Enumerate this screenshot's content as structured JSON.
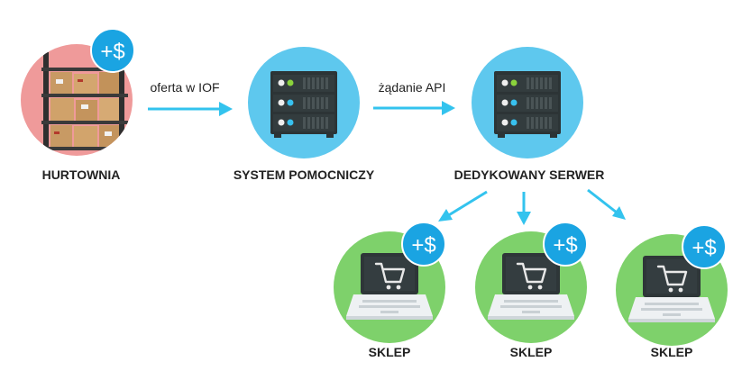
{
  "colors": {
    "warehouse_circle": "#ef9a9a",
    "server_circle": "#5ec8ee",
    "shop_circle": "#7ed16b",
    "arrow": "#33c3ee",
    "badge": "#1aa4e2",
    "server_dark": "#2c3436",
    "laptop_dark": "#2e3638"
  },
  "badge_text": "+$",
  "nodes": {
    "warehouse": {
      "label": "HURTOWNIA",
      "icon": "warehouse-shelves-icon"
    },
    "helper_system": {
      "label": "SYSTEM POMOCNICZY",
      "icon": "server-icon"
    },
    "dedicated_server": {
      "label": "DEDYKOWANY SERWER",
      "icon": "server-icon"
    },
    "shops": [
      {
        "label": "SKLEP",
        "icon": "laptop-cart-icon"
      },
      {
        "label": "SKLEP",
        "icon": "laptop-cart-icon"
      },
      {
        "label": "SKLEP",
        "icon": "laptop-cart-icon"
      }
    ]
  },
  "edges": {
    "warehouse_to_helper": "oferta w IOF",
    "helper_to_server": "żądanie API"
  }
}
